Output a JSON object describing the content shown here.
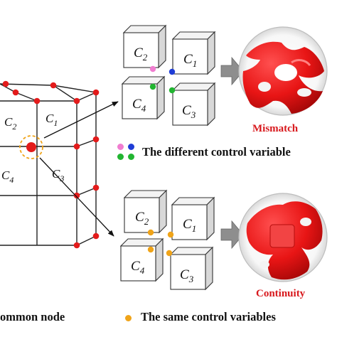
{
  "grid_labels": {
    "c2": {
      "letter": "C",
      "sub": "2"
    },
    "c1": {
      "letter": "C",
      "sub": "1"
    },
    "c4": {
      "letter": "C",
      "sub": "4"
    },
    "c3": {
      "letter": "C",
      "sub": "3"
    }
  },
  "top_cubes": {
    "c2": {
      "letter": "C",
      "sub": "2"
    },
    "c1": {
      "letter": "C",
      "sub": "1"
    },
    "c4": {
      "letter": "C",
      "sub": "4"
    },
    "c3": {
      "letter": "C",
      "sub": "3"
    }
  },
  "bottom_cubes": {
    "c2": {
      "letter": "C",
      "sub": "2"
    },
    "c1": {
      "letter": "C",
      "sub": "1"
    },
    "c4": {
      "letter": "C",
      "sub": "4"
    },
    "c3": {
      "letter": "C",
      "sub": "3"
    }
  },
  "top_result": "Mismatch",
  "bottom_result": "Continuity",
  "legend_different": "The different control variable",
  "legend_same": "The same control variables",
  "legend_common": "ommon node",
  "colors": {
    "node_red": "#e31b1b",
    "highlight_orange": "#f0a419",
    "pink": "#f07dd0",
    "blue": "#1f3dd6",
    "green": "#22b531",
    "arrow_gray": "#8e8e8e",
    "status_red": "#d8191d"
  }
}
